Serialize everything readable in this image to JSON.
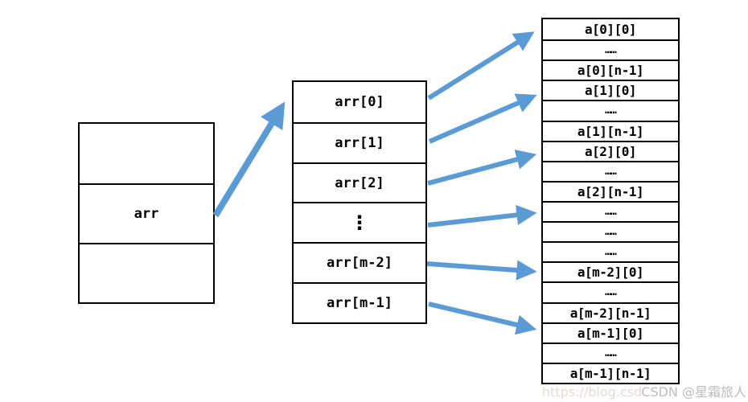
{
  "left_box": {
    "cells": [
      "",
      "arr",
      ""
    ]
  },
  "pointer_box": {
    "cells": [
      "arr[0]",
      "arr[1]",
      "arr[2]",
      "⋮",
      "arr[m-2]",
      "arr[m-1]"
    ]
  },
  "data_box": {
    "cells": [
      "a[0][0]",
      "……",
      "a[0][n-1]",
      "a[1][0]",
      "……",
      "a[1][n-1]",
      "a[2][0]",
      "……",
      "a[2][n-1]",
      "……",
      "……",
      "……",
      "a[m-2][0]",
      "……",
      "a[m-2][n-1]",
      "a[m-1][0]",
      "……",
      "a[m-1][n-1]"
    ]
  },
  "colors": {
    "arrow": "#5B9BD5",
    "border": "#000000",
    "text": "#000000",
    "watermark": "#bdbdbd"
  },
  "watermark": {
    "faint_text": "https://blog.csd",
    "text": "CSDN @星霜旅人"
  }
}
